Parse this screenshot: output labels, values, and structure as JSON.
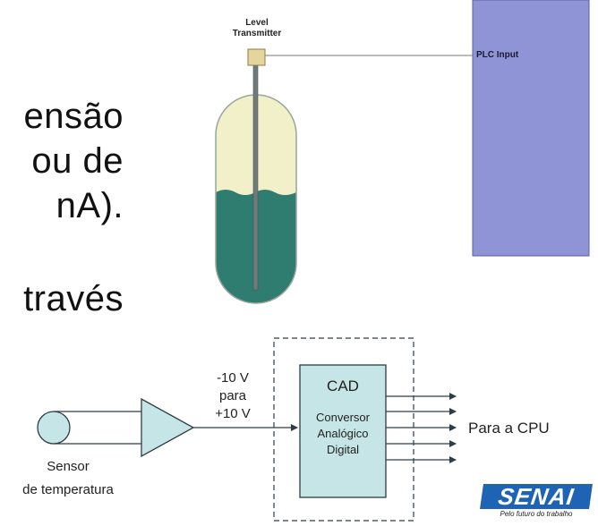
{
  "slide_text": {
    "line1": "ensão",
    "line2": "ou de",
    "line3": "nA).",
    "line4": "través"
  },
  "tank_diagram": {
    "transmitter_label_1": "Level",
    "transmitter_label_2": "Transmitter",
    "plc_label": "PLC Input",
    "colors": {
      "plc": "#8f94d6",
      "liquid": "#2f7c70",
      "empty": "#f1f0c8",
      "transmitter": "#e3d59b"
    }
  },
  "adc_diagram": {
    "sensor_label_1": "Sensor",
    "sensor_label_2": "de temperatura",
    "range_1": "-10 V",
    "range_2": "para",
    "range_3": "+10 V",
    "cad_title": "CAD",
    "cad_desc_1": "Conversor",
    "cad_desc_2": "Analógico",
    "cad_desc_3": "Digital",
    "output_label": "Para a CPU",
    "colors": {
      "fill": "#c6e5e7",
      "stroke": "#2d3d45"
    }
  },
  "logo": {
    "word": "SENAI",
    "tagline": "Pelo futuro do trabalho",
    "color": "#1f63b5"
  }
}
